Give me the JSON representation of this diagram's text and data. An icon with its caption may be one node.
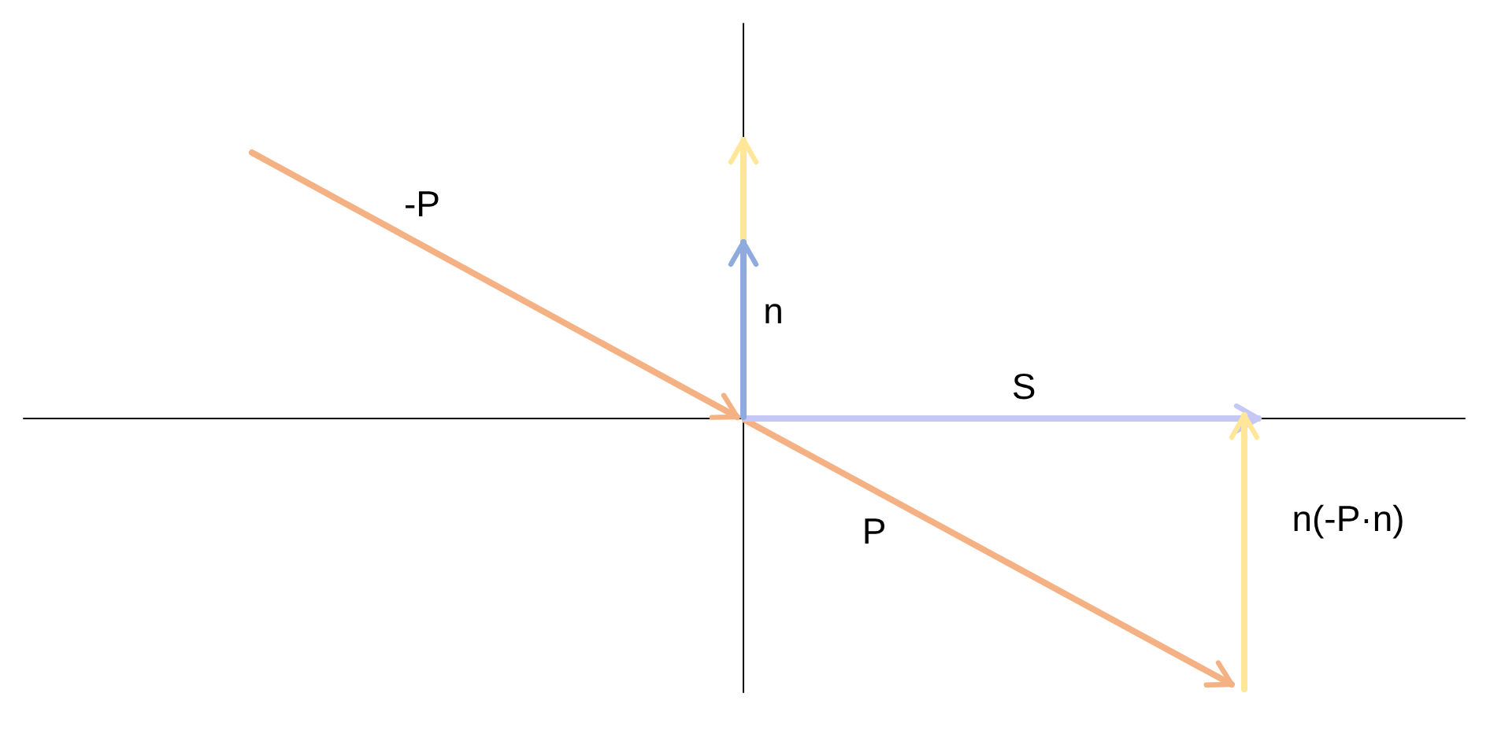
{
  "diagram": {
    "labels": [
      "-P",
      "n",
      "S",
      "P",
      "n(-P·n)"
    ]
  }
}
